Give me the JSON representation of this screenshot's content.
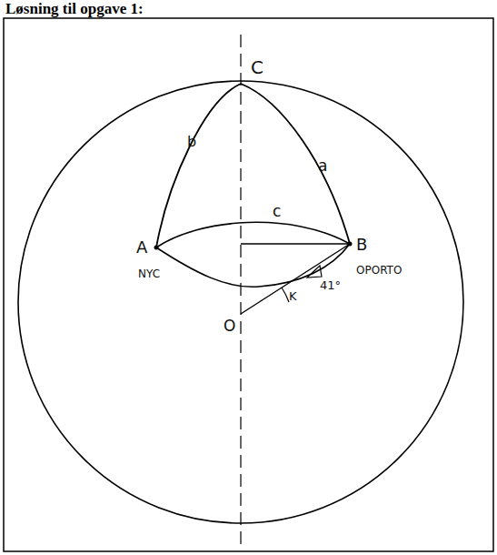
{
  "diagram": {
    "title": "Løsning til opgave 1:",
    "labels": [
      "C",
      "b",
      "a",
      "c",
      "A",
      "B",
      "NYC",
      "OPORTO",
      "O",
      "K",
      "41°"
    ]
  }
}
